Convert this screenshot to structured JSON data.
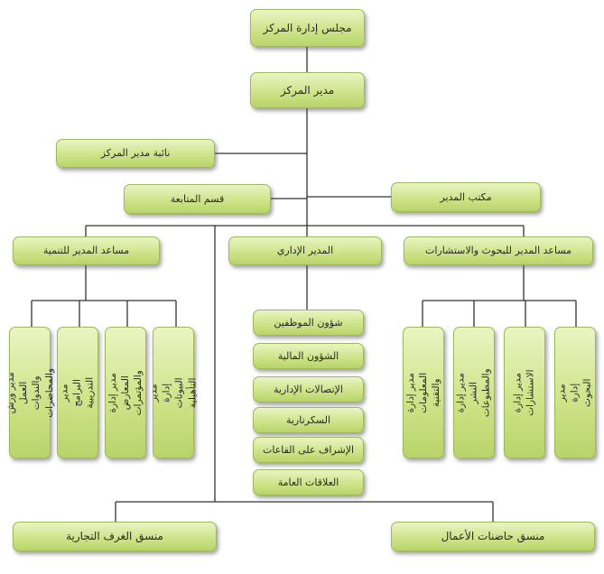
{
  "org": {
    "board": "مجلس إدارة المركز",
    "director": "مدير المركز",
    "deputy": "نائبة مدير المركز",
    "followup": "قسم المتابعة",
    "office": "مكتب المدير",
    "asst_dev": "مساعد المدير للتنمية",
    "admin_dir": "المدير الإداري",
    "asst_research": "مساعد المدير للبحوث والاستشارات",
    "dev_units": [
      "مدير إدارة البيوتات التأهيلية",
      "مدير إدارة المعارض والمؤتمرات",
      "مدير البرامج التدريبية",
      "مدير ورش العمل والندوات والمحاضرات"
    ],
    "admin_units": [
      "شؤون الموظفين",
      "الشؤون المالية",
      "الإتصالات الإدارية",
      "السكرتارية",
      "الإشراف على القاعات",
      "العلاقات العامة"
    ],
    "research_units": [
      "مدير إدارة البحوث",
      "مدير إدارة الاستشارات",
      "مدير إدارة النشر والمطبوعات",
      "مدير إدارة المعلومات والتقنية"
    ],
    "coord_rooms": "منسق الغرف التجارية",
    "coord_incubators": "منسق حاضنات الأعمال"
  }
}
